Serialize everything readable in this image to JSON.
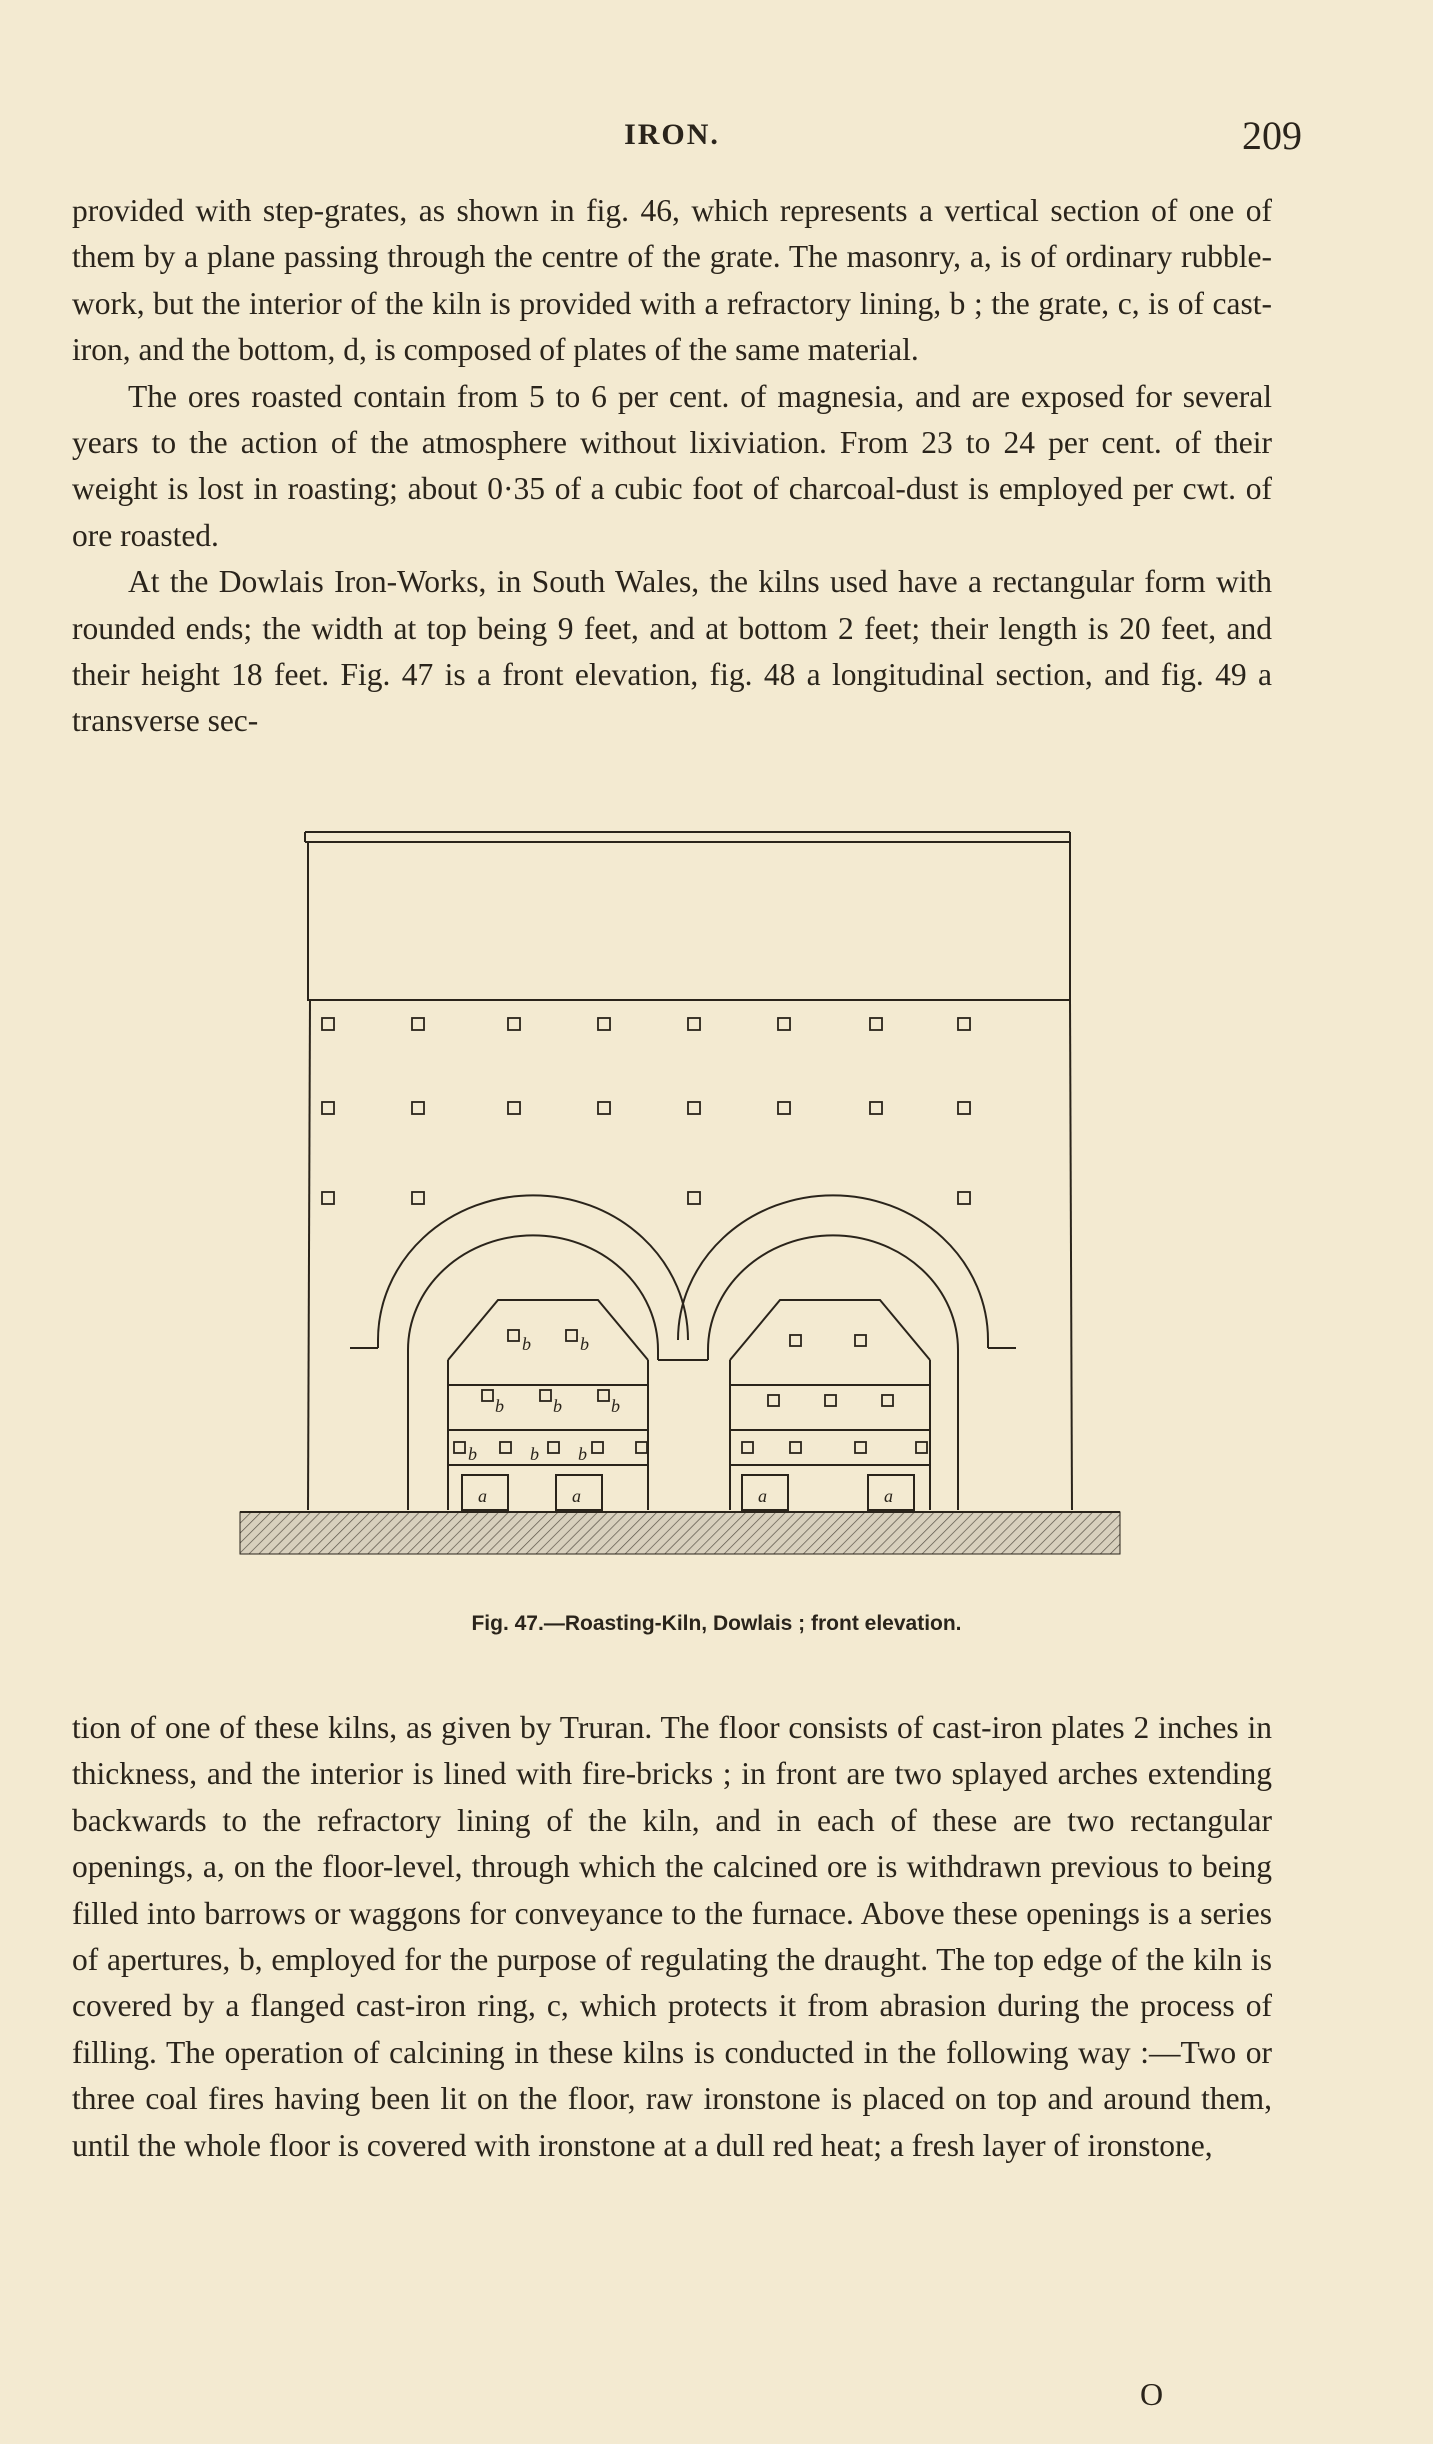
{
  "header": {
    "running_head": "IRON.",
    "page_number": "209"
  },
  "block1": {
    "paragraphs": [
      "provided with step-grates, as shown in fig. 46, which represents a vertical section of one of them by a plane passing through the centre of the grate. The masonry, a, is of ordinary rubble-work, but the interior of the kiln is provided with a refractory lining, b ; the grate, c, is of cast-iron, and the bottom, d, is composed of plates of the same material.",
      "The ores roasted contain from 5 to 6 per cent. of magnesia, and are exposed for several years to the action of the atmosphere without lixiviation. From 23 to 24 per cent. of their weight is lost in roasting; about 0·35 of a cubic foot of charcoal-dust is employed per cwt. of ore roasted.",
      "At the Dowlais Iron-Works, in South Wales, the kilns used have a rectangular form with rounded ends; the width at top being 9 feet, and at bottom 2 feet; their length is 20 feet, and their height 18 feet. Fig. 47 is a front elevation, fig. 48 a longitudinal section, and fig. 49 a transverse sec-"
    ]
  },
  "figure": {
    "caption": "Fig. 47.—Roasting-Kiln, Dowlais ; front elevation.",
    "labels": {
      "a": "a",
      "b": "b"
    }
  },
  "block2": {
    "paragraphs": [
      "tion of one of these kilns, as given by Truran. The floor consists of cast-iron plates 2 inches in thickness, and the interior is lined with fire-bricks ; in front are two splayed arches extending backwards to the refractory lining of the kiln, and in each of these are two rectangular openings, a, on the floor-level, through which the calcined ore is withdrawn previous to being filled into barrows or waggons for conveyance to the furnace. Above these openings is a series of apertures, b, employed for the purpose of regulating the draught. The top edge of the kiln is covered by a flanged cast-iron ring, c, which protects it from abrasion during the process of filling. The operation of calcining in these kilns is conducted in the following way :—Two or three coal fires having been lit on the floor, raw ironstone is placed on top and around them, until the whole floor is covered with ironstone at a dull red heat; a fresh layer of ironstone,"
    ]
  },
  "signature_mark": "O"
}
